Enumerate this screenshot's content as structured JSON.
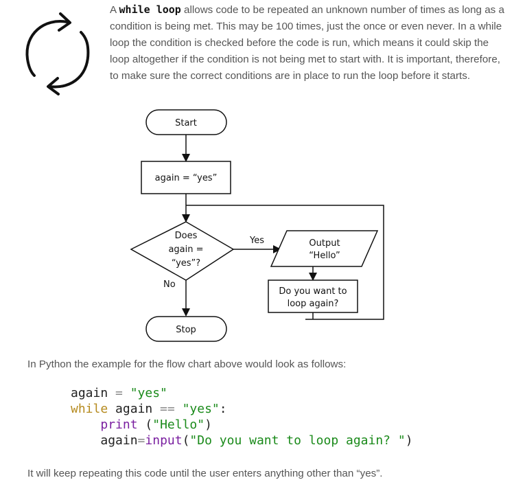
{
  "intro": {
    "before": "A ",
    "keyword": "while loop",
    "after": " allows code to be repeated an unknown number of times as long as a condition is being met. This may be 100 times, just the once or even never. In a while loop the condition is checked before the code is run, which means it could skip the loop altogether if the condition is not being met to start with. It is important, therefore, to make sure the correct conditions are in place to run the loop before it starts."
  },
  "icons": {
    "loop": "circular-arrows-icon"
  },
  "flowchart": {
    "start": "Start",
    "assign": "again = “yes”",
    "decision_line1": "Does",
    "decision_line2": "again =",
    "decision_line3": "“yes”?",
    "yes": "Yes",
    "no": "No",
    "output_line1": "Output",
    "output_line2": "“Hello”",
    "input_line1": "Do you want to",
    "input_line2": "loop again?",
    "stop": "Stop"
  },
  "python_intro": "In Python the example for the flow chart above would look as follows:",
  "code": {
    "l1_var": "again",
    "l1_op": " = ",
    "l1_str": "\"yes\"",
    "l2_kw": "while",
    "l2_var": " again ",
    "l2_op": "==",
    "l2_str": " \"yes\"",
    "l2_colon": ":",
    "l3_indent": "    ",
    "l3_fn": "print",
    "l3_open": " (",
    "l3_str": "\"Hello\"",
    "l3_close": ")",
    "l4_indent": "    ",
    "l4_var": "again",
    "l4_op": "=",
    "l4_fn": "input",
    "l4_open": "(",
    "l4_str": "\"Do you want to loop again? \"",
    "l4_close": ")"
  },
  "outro": "It will keep repeating this code until the user enters anything other than “yes”."
}
